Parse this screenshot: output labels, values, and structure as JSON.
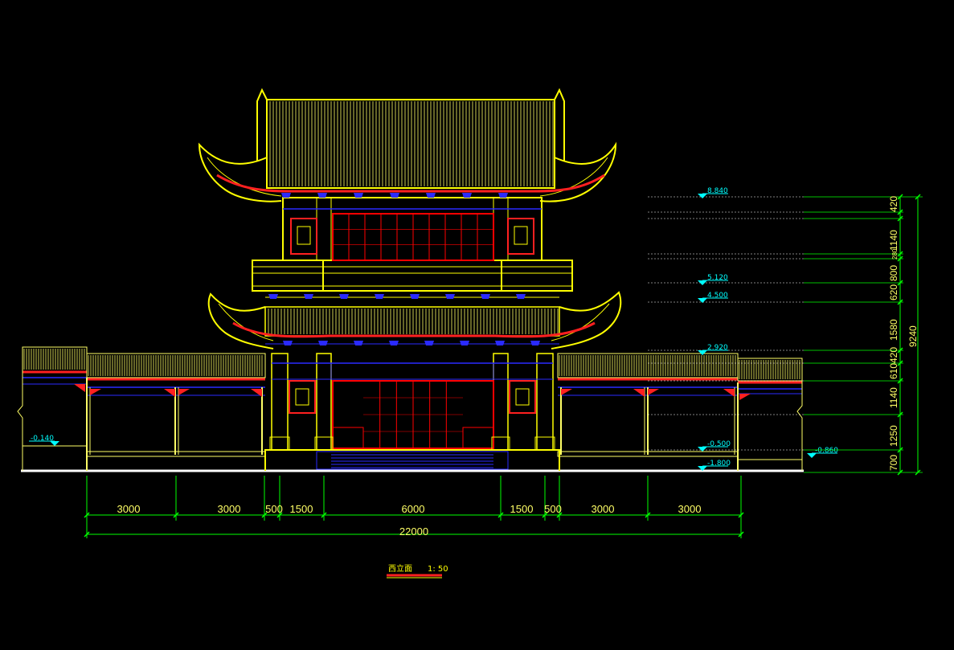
{
  "colors": {
    "background": "#000000",
    "outline": "#ffff00",
    "tile": "#ffff66",
    "ornament": "#ff2020",
    "bracket": "#2a2aff",
    "dimension": "#00ff00",
    "elevation": "#00ffff",
    "window": "#ff0000"
  },
  "elevations": [
    "8.840",
    "5.120",
    "4.500",
    "2.920",
    "-0.500",
    "-1.800",
    "-0.140",
    "-0.860"
  ],
  "horizontal_dims": {
    "segments": [
      "3000",
      "3000",
      "500",
      "1500",
      "6000",
      "1500",
      "500",
      "3000",
      "3000"
    ],
    "total": "22000"
  },
  "vertical_dims": {
    "segments": [
      "700",
      "1250",
      "1140",
      "610",
      "420",
      "1580",
      "620",
      "800",
      "280",
      "1140",
      "420"
    ],
    "total": "9240"
  },
  "title": {
    "name": "西立面",
    "scale": "1: 50"
  }
}
